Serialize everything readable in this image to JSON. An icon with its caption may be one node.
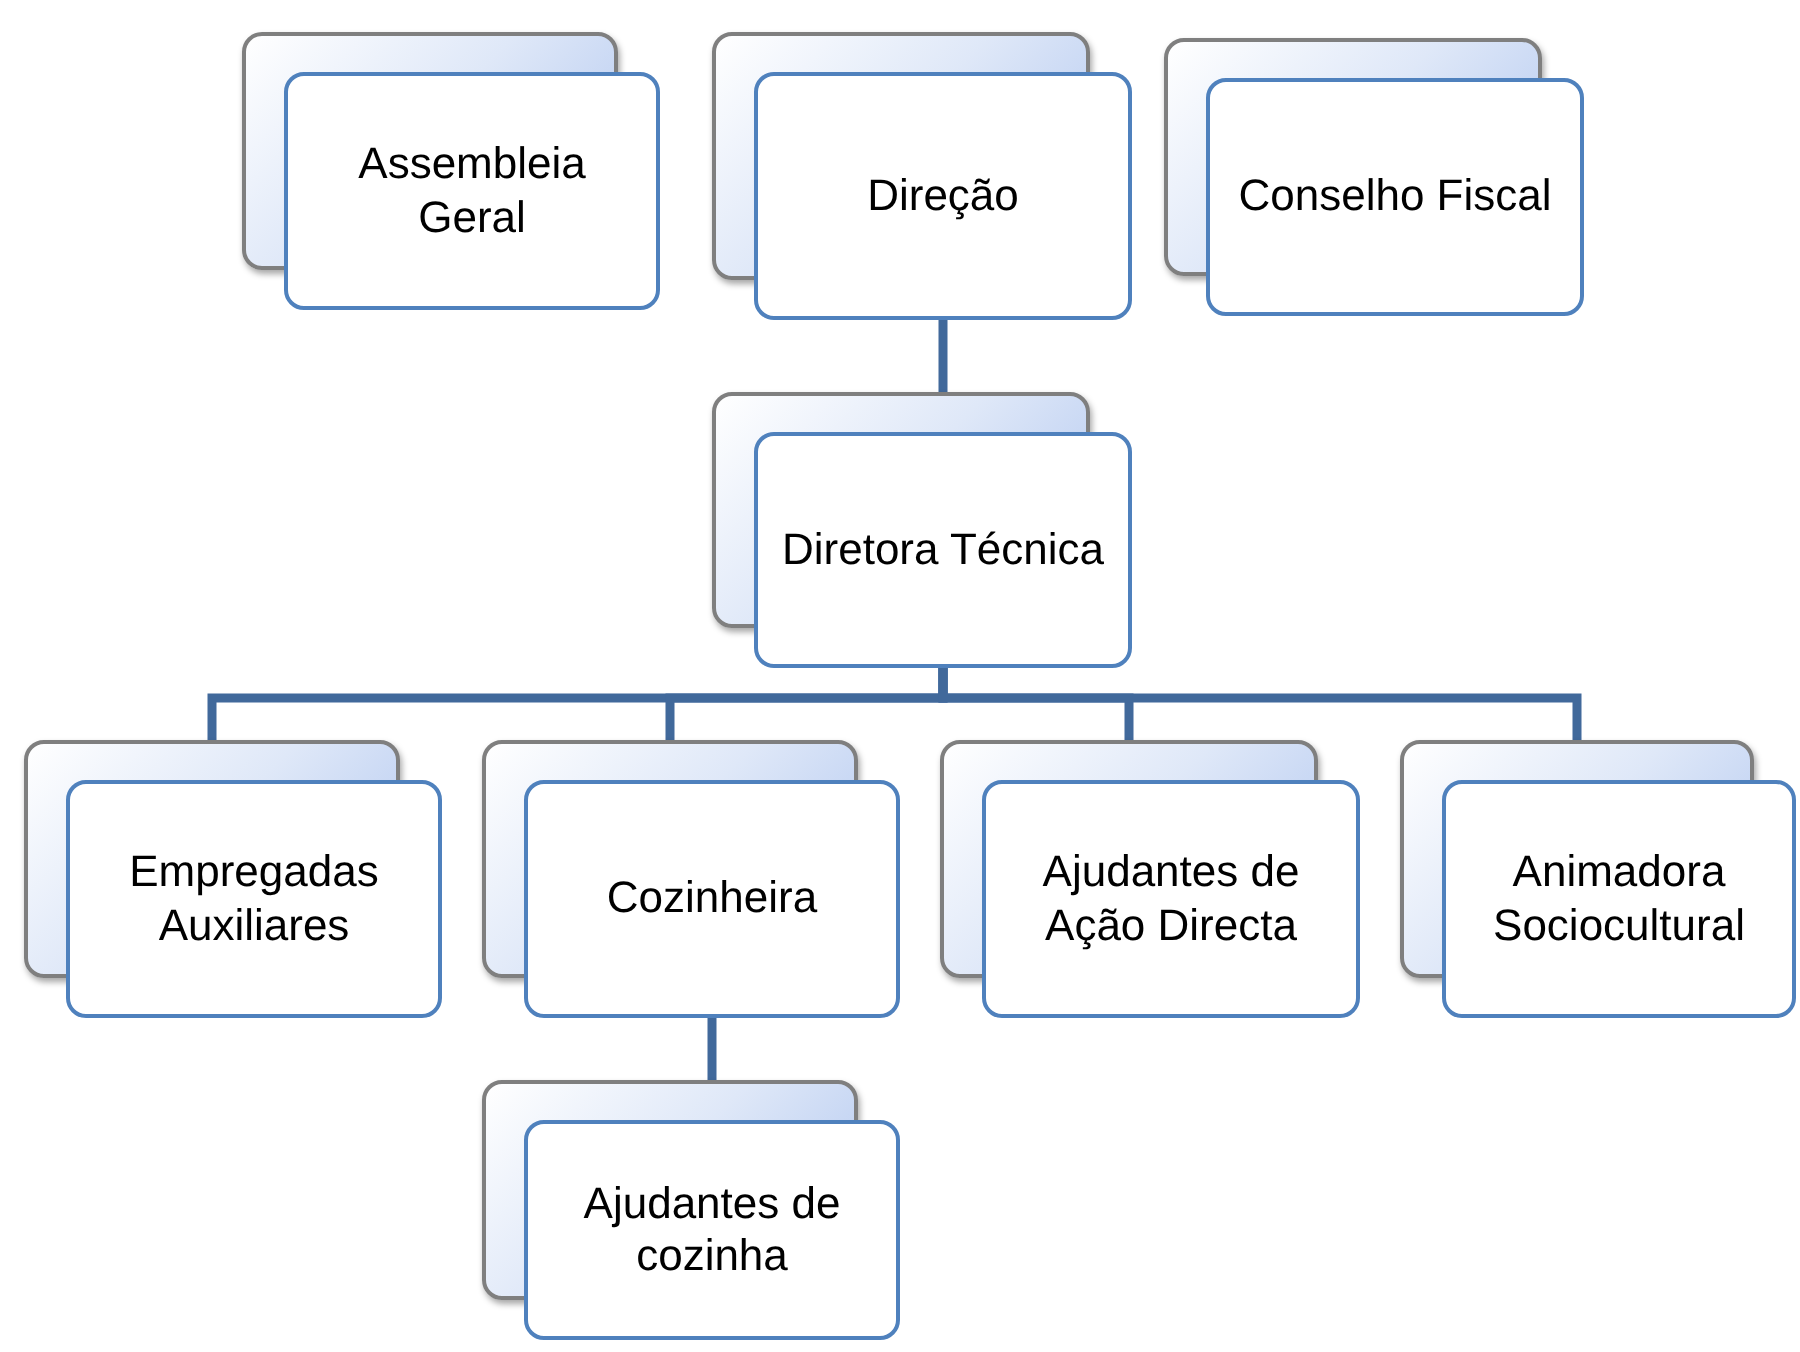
{
  "diagram": {
    "nodes": [
      {
        "text": [
          "Assembleia Geral"
        ]
      },
      {
        "text": [
          "Direção"
        ]
      },
      {
        "text": [
          "Conselho Fiscal"
        ]
      },
      {
        "text": [
          "Diretora Técnica"
        ]
      },
      {
        "text": [
          "Empregadas Auxiliares"
        ]
      },
      {
        "text": [
          "Cozinheira"
        ]
      },
      {
        "text": [
          "Ajudantes de Ação Directa"
        ]
      },
      {
        "text": [
          "Animadora Sociocultural"
        ]
      },
      {
        "text": [
          "Ajudantes de cozinha"
        ]
      }
    ],
    "edges": [
      {
        "from": 1,
        "to": 3,
        "arrow": "none"
      },
      {
        "from": 3,
        "to": 4,
        "arrow": "none"
      },
      {
        "from": 3,
        "to": 5,
        "arrow": "none"
      },
      {
        "from": 3,
        "to": 6,
        "arrow": "none"
      },
      {
        "from": 3,
        "to": 7,
        "arrow": "none"
      },
      {
        "from": 5,
        "to": 8,
        "arrow": "none"
      }
    ]
  }
}
